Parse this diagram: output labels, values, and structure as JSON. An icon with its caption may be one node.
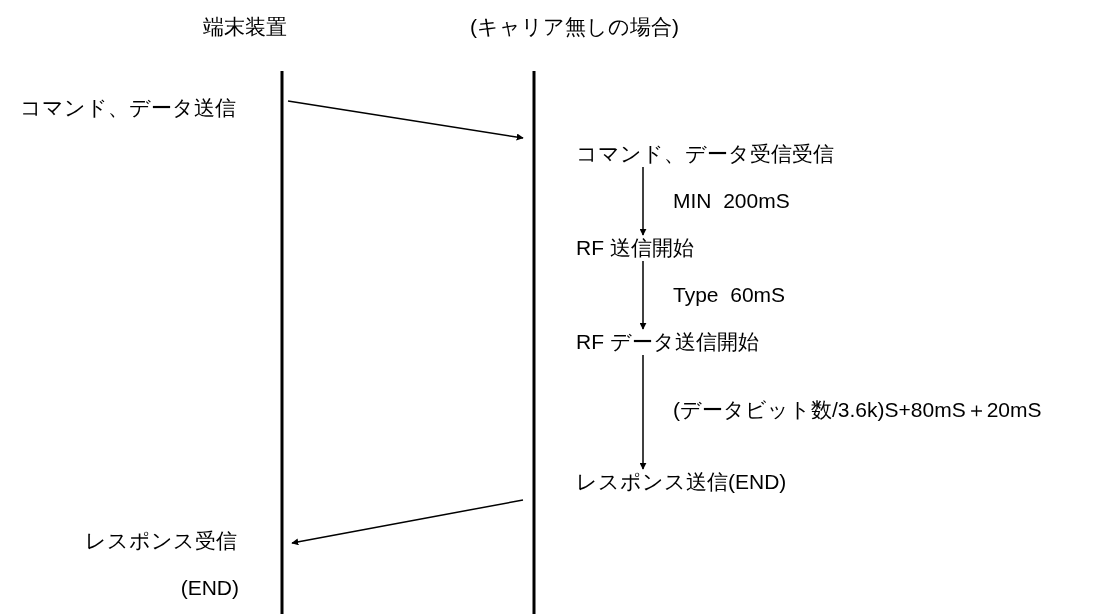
{
  "diagram": {
    "nodes": [
      {
        "text": [
          "端末装置"
        ]
      },
      {
        "text": [
          "(キャリア無しの場合)"
        ]
      },
      {
        "text": [
          "コマンド、データ送信"
        ]
      },
      {
        "text": [
          "コマンド、データ受信受信"
        ]
      },
      {
        "text": [
          "RF 送信開始"
        ]
      },
      {
        "text": [
          "RF データ送信開始"
        ]
      },
      {
        "text": [
          "レスポンス送信(END)"
        ]
      },
      {
        "text": [
          "レスポンス受信"
        ]
      }
    ],
    "edges": [
      {
        "from": 2,
        "to": 3,
        "arrow": "to"
      },
      {
        "from": 3,
        "to": 4,
        "arrow": "to",
        "label": "MIN  200mS"
      },
      {
        "from": 4,
        "to": 5,
        "arrow": "to",
        "label": "Type  60mS"
      },
      {
        "from": 5,
        "to": 6,
        "arrow": "to",
        "label": "(データビット数/3.6k)S+80mS＋20mS"
      },
      {
        "from": 6,
        "to": 7,
        "arrow": "to"
      }
    ],
    "labels": [
      "(END)"
    ]
  }
}
